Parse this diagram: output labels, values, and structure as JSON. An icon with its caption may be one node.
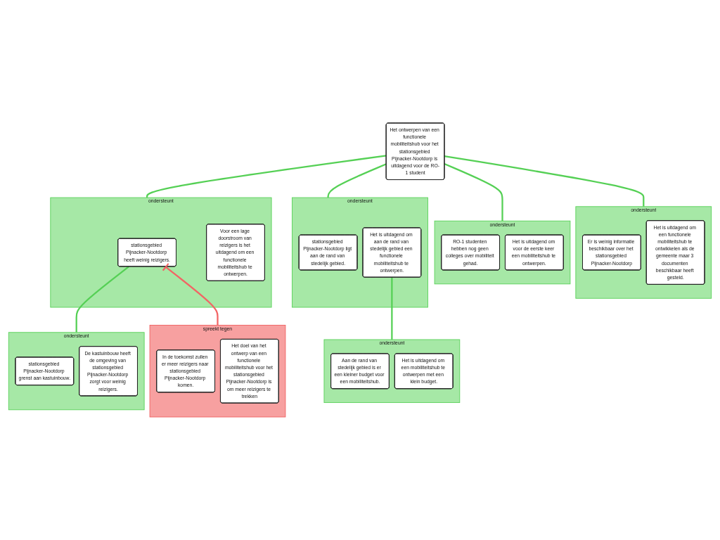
{
  "diagram": {
    "nodes": [
      {
        "text": [
          "Het ontwerpen van een functionele mobiliteitshub voor het stationsgebied Pijnacker-Nootdorp is uitdagend voor de RO-1 student"
        ]
      },
      {
        "text": [
          "ondersteunt"
        ]
      },
      {
        "text": [
          "stationsgebied Pijnacker-Nootdorp heeft weinig reizigers."
        ],
        "in": 1
      },
      {
        "text": [
          "Voor een lage doorstroom van reizigers is het uitdagend om een functionele mobiliteitshub te ontwerpen."
        ],
        "in": 1
      },
      {
        "text": [
          "ondersteunt"
        ]
      },
      {
        "text": [
          "stationsgebied Pijnacker-Nootdorp ligt aan de rand van stedelijk gebied."
        ],
        "in": 4
      },
      {
        "text": [
          "Het is uitdagend om aan de rand van stedelijk gebied een functionele mobiliteitshub te ontwerpen."
        ],
        "in": 4
      },
      {
        "text": [
          "ondersteunt"
        ]
      },
      {
        "text": [
          "RO-1 studenten hebben nog geen colleges over mobiliteit gehad."
        ],
        "in": 7
      },
      {
        "text": [
          "Het is uitdagend om voor de eerste keer een mobiliteitshub te ontwerpen."
        ],
        "in": 7
      },
      {
        "text": [
          "ondersteunt"
        ]
      },
      {
        "text": [
          "Er is weinig informatie beschikbaar over het stationsgebied Pijnacker-Nootdorp"
        ],
        "in": 10
      },
      {
        "text": [
          "Het is uitdagend om een functionele mobiliteitshub te ontwikkelen als de gemeente maar 3 documenten beschikbaar heeft gesteld."
        ],
        "in": 10
      },
      {
        "text": [
          "ondersteunt"
        ]
      },
      {
        "text": [
          "stationsgebied Pijnacker-Nootdorp grenst aan kastuinbouw."
        ],
        "in": 13
      },
      {
        "text": [
          "De kastuinbouw heeft de omgeving van stationsgebied Pijnacker-Nootdorp zorgt voor weinig reizigers."
        ],
        "in": 13
      },
      {
        "text": [
          "spreekt tegen"
        ]
      },
      {
        "text": [
          "In de toekomst zullen er meer reizigers naar stationsgebied Pijnacker-Nootdorp komen."
        ],
        "in": 16
      },
      {
        "text": [
          "Het doel van het ontwerp van een functionele mobiliteitshub voor het stationsgebied Pijnacker-Nootdorp is om meer reizigers te trekken"
        ],
        "in": 16
      },
      {
        "text": [
          "ondersteunt"
        ]
      },
      {
        "text": [
          "Aan de rand van stedelijk gebied is er een kleiner budget voor een mobiliteitshub."
        ],
        "in": 19
      },
      {
        "text": [
          "Het is uitdagend om een mobiliteitshub te ontwerpen met een klein budget."
        ],
        "in": 19
      }
    ],
    "edges": [
      {
        "from": 1,
        "to": 0,
        "arrow": "none"
      },
      {
        "from": 4,
        "to": 0,
        "arrow": "none"
      },
      {
        "from": 7,
        "to": 0,
        "arrow": "none"
      },
      {
        "from": 10,
        "to": 0,
        "arrow": "none"
      },
      {
        "from": 13,
        "to": 2,
        "arrow": "none"
      },
      {
        "from": 16,
        "to": 2,
        "arrow": "other",
        "color": "#f26464"
      },
      {
        "from": 19,
        "to": 6,
        "arrow": "none"
      }
    ]
  }
}
